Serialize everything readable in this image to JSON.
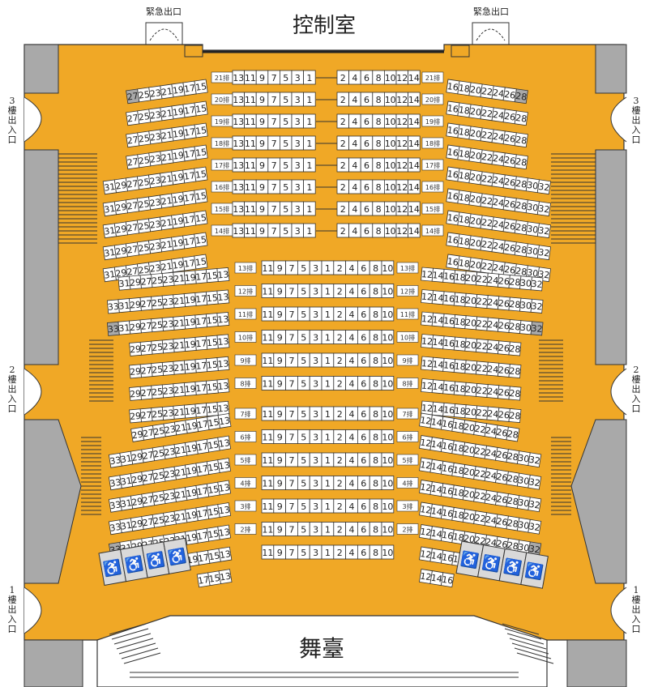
{
  "control_room": "控制室",
  "stage": "舞臺",
  "emergency_exit": "緊急出口",
  "exits": {
    "f3": [
      "3",
      "樓",
      "出",
      "入",
      "口"
    ],
    "f2": [
      "2",
      "樓",
      "出",
      "入",
      "口"
    ],
    "f1": [
      "1",
      "樓",
      "出",
      "入",
      "口"
    ]
  },
  "colors": {
    "floor": "#f0a826",
    "wall": "#a9a9a9",
    "seat": "#ffffff",
    "accessible": "#d9d9d9"
  },
  "sections": {
    "upper": {
      "rows": [
        "21排",
        "20排",
        "19排",
        "18排",
        "17排",
        "16排",
        "15排",
        "14排"
      ],
      "center_left": [
        "13",
        "11",
        "9",
        "7",
        "5",
        "3",
        "1"
      ],
      "center_right": [
        "2",
        "4",
        "6",
        "8",
        "10",
        "12",
        "14"
      ],
      "left": [
        [
          "27",
          "25",
          "23",
          "21",
          "19",
          "17",
          "15"
        ],
        [
          "27",
          "25",
          "23",
          "21",
          "19",
          "17",
          "15"
        ],
        [
          "27",
          "25",
          "23",
          "21",
          "19",
          "17",
          "15"
        ],
        [
          "27",
          "25",
          "23",
          "21",
          "19",
          "17",
          "15"
        ],
        [
          "31",
          "29",
          "27",
          "25",
          "23",
          "21",
          "19",
          "17",
          "15"
        ],
        [
          "31",
          "29",
          "27",
          "25",
          "23",
          "21",
          "19",
          "17",
          "15"
        ],
        [
          "31",
          "29",
          "27",
          "25",
          "23",
          "21",
          "19",
          "17",
          "15"
        ],
        [
          "31",
          "29",
          "27",
          "25",
          "23",
          "21",
          "19",
          "17",
          "15"
        ],
        [
          "31",
          "29",
          "27",
          "25",
          "23",
          "21",
          "19",
          "17",
          "15"
        ]
      ],
      "right": [
        [
          "16",
          "18",
          "20",
          "22",
          "24",
          "26",
          "28"
        ],
        [
          "16",
          "18",
          "20",
          "22",
          "24",
          "26",
          "28"
        ],
        [
          "16",
          "18",
          "20",
          "22",
          "24",
          "26",
          "28"
        ],
        [
          "16",
          "18",
          "20",
          "22",
          "24",
          "26",
          "28"
        ],
        [
          "16",
          "18",
          "20",
          "22",
          "24",
          "26",
          "28",
          "30",
          "32"
        ],
        [
          "16",
          "18",
          "20",
          "22",
          "24",
          "26",
          "28",
          "30",
          "32"
        ],
        [
          "16",
          "18",
          "20",
          "22",
          "24",
          "26",
          "28",
          "30",
          "32"
        ],
        [
          "16",
          "18",
          "20",
          "22",
          "24",
          "26",
          "28",
          "30",
          "32"
        ],
        [
          "16",
          "18",
          "20",
          "22",
          "24",
          "26",
          "28",
          "30",
          "32"
        ]
      ]
    },
    "middle": {
      "rows": [
        "13排",
        "12排",
        "11排",
        "10排",
        "9排",
        "8排"
      ],
      "center": [
        "11",
        "9",
        "7",
        "5",
        "3",
        "1",
        "2",
        "4",
        "6",
        "8",
        "10"
      ],
      "left": [
        [
          "31",
          "29",
          "27",
          "25",
          "23",
          "21",
          "19",
          "17",
          "15",
          "13"
        ],
        [
          "33",
          "31",
          "29",
          "27",
          "25",
          "23",
          "21",
          "19",
          "17",
          "15",
          "13"
        ],
        [
          "33",
          "31",
          "29",
          "27",
          "25",
          "23",
          "21",
          "19",
          "17",
          "15",
          "13"
        ],
        [
          "29",
          "27",
          "25",
          "23",
          "21",
          "19",
          "17",
          "15",
          "13"
        ],
        [
          "29",
          "27",
          "25",
          "23",
          "21",
          "19",
          "17",
          "15",
          "13"
        ],
        [
          "29",
          "27",
          "25",
          "23",
          "21",
          "19",
          "17",
          "15",
          "13"
        ],
        [
          "29",
          "27",
          "25",
          "23",
          "21",
          "19",
          "17",
          "15",
          "13"
        ]
      ],
      "right": [
        [
          "12",
          "14",
          "16",
          "18",
          "20",
          "22",
          "24",
          "26",
          "28",
          "30",
          "32"
        ],
        [
          "12",
          "14",
          "16",
          "18",
          "20",
          "22",
          "24",
          "26",
          "28",
          "30",
          "32"
        ],
        [
          "12",
          "14",
          "16",
          "18",
          "20",
          "22",
          "24",
          "26",
          "28",
          "30",
          "32"
        ],
        [
          "12",
          "14",
          "16",
          "18",
          "20",
          "22",
          "24",
          "26",
          "28"
        ],
        [
          "12",
          "14",
          "16",
          "18",
          "20",
          "22",
          "24",
          "26",
          "28"
        ],
        [
          "12",
          "14",
          "16",
          "18",
          "20",
          "22",
          "24",
          "26",
          "28"
        ],
        [
          "12",
          "14",
          "16",
          "18",
          "20",
          "22",
          "24",
          "26",
          "28"
        ]
      ]
    },
    "lower": {
      "rows": [
        "7排",
        "6排",
        "5排",
        "4排",
        "3排",
        "2排"
      ],
      "center": [
        "11",
        "9",
        "7",
        "5",
        "3",
        "1",
        "2",
        "4",
        "6",
        "8",
        "10"
      ],
      "left": [
        [
          "29",
          "27",
          "25",
          "23",
          "21",
          "19",
          "17",
          "15",
          "13"
        ],
        [
          "33",
          "31",
          "29",
          "27",
          "25",
          "23",
          "21",
          "19",
          "17",
          "15",
          "13"
        ],
        [
          "33",
          "31",
          "29",
          "27",
          "25",
          "23",
          "21",
          "19",
          "17",
          "15",
          "13"
        ],
        [
          "33",
          "31",
          "29",
          "27",
          "25",
          "23",
          "21",
          "19",
          "17",
          "15",
          "13"
        ],
        [
          "33",
          "31",
          "29",
          "27",
          "25",
          "23",
          "21",
          "19",
          "17",
          "15",
          "13"
        ],
        [
          "33",
          "31",
          "29",
          "27",
          "25",
          "23",
          "21",
          "19",
          "17",
          "15",
          "13"
        ],
        [
          "19",
          "17",
          "15",
          "13"
        ],
        [
          "17",
          "15",
          "13"
        ]
      ],
      "right": [
        [
          "12",
          "14",
          "16",
          "18",
          "20",
          "22",
          "24",
          "26",
          "28"
        ],
        [
          "12",
          "14",
          "16",
          "18",
          "20",
          "22",
          "24",
          "26",
          "28",
          "30",
          "32"
        ],
        [
          "12",
          "14",
          "16",
          "18",
          "20",
          "22",
          "24",
          "26",
          "28",
          "30",
          "32"
        ],
        [
          "12",
          "14",
          "16",
          "18",
          "20",
          "22",
          "24",
          "26",
          "28",
          "30",
          "32"
        ],
        [
          "12",
          "14",
          "16",
          "18",
          "20",
          "22",
          "24",
          "26",
          "28",
          "30",
          "32"
        ],
        [
          "12",
          "14",
          "16",
          "18",
          "20",
          "22",
          "24",
          "26",
          "28",
          "30",
          "32"
        ],
        [
          "12",
          "14",
          "16",
          "18"
        ],
        [
          "12",
          "14",
          "16"
        ]
      ]
    }
  },
  "wheelchair_symbol": "♿"
}
